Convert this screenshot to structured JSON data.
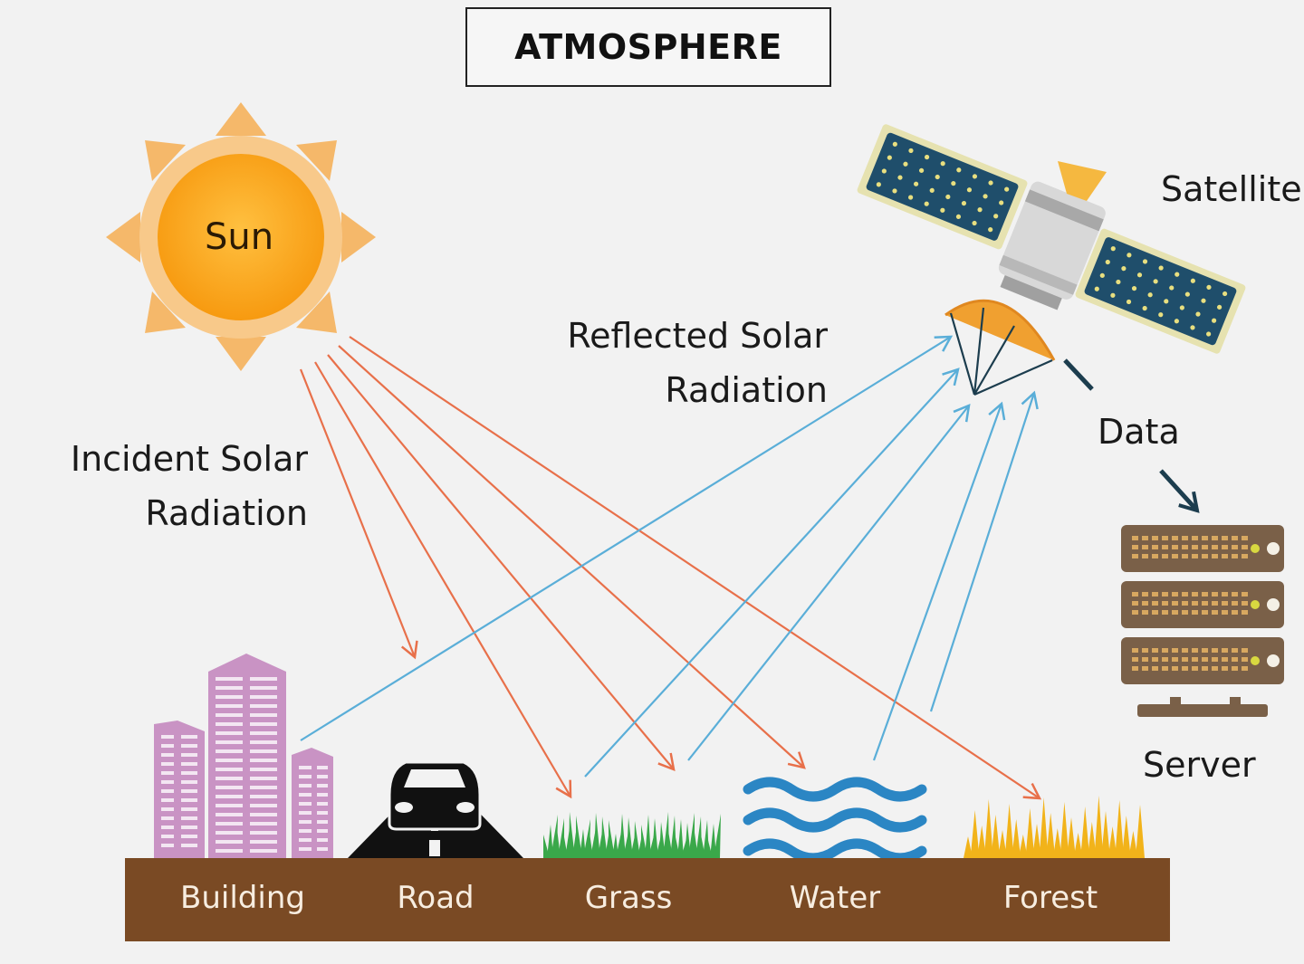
{
  "title": "ATMOSPHERE",
  "labels": {
    "sun": "Sun",
    "satellite": "Satellite",
    "incident_line1": "Incident Solar",
    "incident_line2": "Radiation",
    "reflected_line1": "Reflected Solar",
    "reflected_line2": "Radiation",
    "data": "Data",
    "server": "Server"
  },
  "ground": [
    "Building",
    "Road",
    "Grass",
    "Water",
    "Forest"
  ],
  "colors": {
    "background": "#f2f2f2",
    "sun_outer": "#f5b86a",
    "sun_core": "#f7a21b",
    "incident_arrow": "#e8704a",
    "reflected_arrow": "#5aaed8",
    "satellite_panel": "#1f4e6b",
    "satellite_dish": "#f0a030",
    "building": "#c993c4",
    "road": "#111111",
    "grass": "#3aa84a",
    "water": "#2b86c4",
    "forest": "#f2b31a",
    "ground": "#7a4a24",
    "server": "#7a6048"
  }
}
